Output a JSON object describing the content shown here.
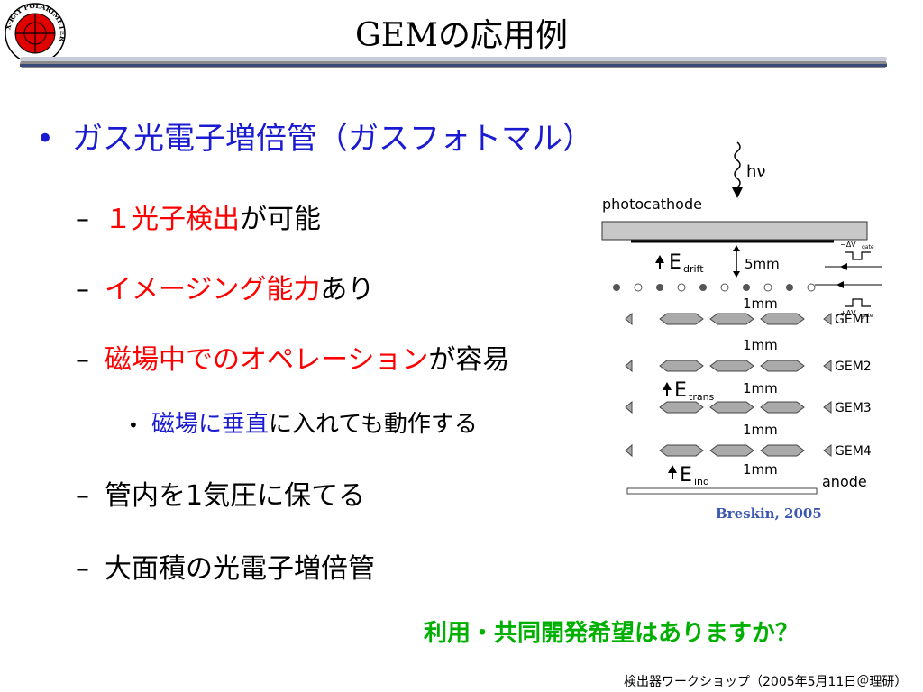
{
  "logo": {
    "text": "X-RAY POLARIMETER"
  },
  "title": "GEMの応用例",
  "bullet": "ガス光電子増倍管（ガスフォトマル）",
  "items": [
    {
      "red": "１光子検出",
      "black": "が可能"
    },
    {
      "red": "イメージング能力",
      "black": "あり"
    },
    {
      "red": "磁場中でのオペレーション",
      "black": "が容易"
    },
    {
      "red": "",
      "black": "管内を1気圧に保てる"
    },
    {
      "red": "",
      "black": "大面積の光電子増倍管"
    }
  ],
  "subitem": {
    "blue": "磁場に垂直",
    "black": "に入れても動作する"
  },
  "diagram": {
    "hv": "hν",
    "photocathode": "photocathode",
    "edrift": "E",
    "edrift_sub": "drift",
    "gap_drift": "5mm",
    "gap": "1mm",
    "gem_labels": [
      "GEM1",
      "GEM2",
      "GEM3",
      "GEM4"
    ],
    "etrans": "E",
    "etrans_sub": "trans",
    "eind": "E",
    "eind_sub": "ind",
    "anode": "anode",
    "vgate_minus": "−ΔV",
    "vgate_plus": "+ΔV",
    "vgate_sub": "gate"
  },
  "credit": "Breskin, 2005",
  "question": "利用・共同開発希望はありますか？",
  "footer": "検出器ワークショップ（2005年5月11日＠理研）"
}
